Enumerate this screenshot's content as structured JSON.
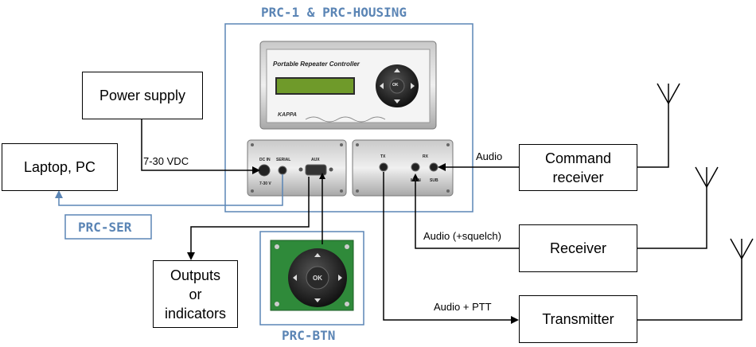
{
  "diagram": {
    "groups": {
      "housing": "PRC-1 & PRC-HOUSING",
      "ser": "PRC-SER",
      "btn": "PRC-BTN"
    },
    "boxes": {
      "power_supply": "Power supply",
      "laptop": "Laptop, PC",
      "outputs_line1": "Outputs",
      "outputs_line2": "or",
      "outputs_line3": "indicators",
      "command_receiver_line1": "Command",
      "command_receiver_line2": "receiver",
      "receiver": "Receiver",
      "transmitter": "Transmitter"
    },
    "connections": {
      "power": "7-30 VDC",
      "command_audio": "Audio",
      "receiver_audio": "Audio (+squelch)",
      "transmitter_audio": "Audio + PTT"
    },
    "device": {
      "front_title": "Portable Repeater Controller",
      "ok_label": "OK",
      "logo": "KAPPA",
      "port_dcin": "DC IN",
      "port_dcin_range": "7-30 V",
      "port_serial": "SERIAL",
      "port_aux": "AUX",
      "port_tx": "TX",
      "port_rx": "RX",
      "port_main": "MAIN",
      "port_sub": "SUB"
    },
    "colors": {
      "accent_blue": "#5b85b5",
      "lcd_green": "#6f9a2a",
      "pcb_green": "#2f8a3a"
    }
  }
}
